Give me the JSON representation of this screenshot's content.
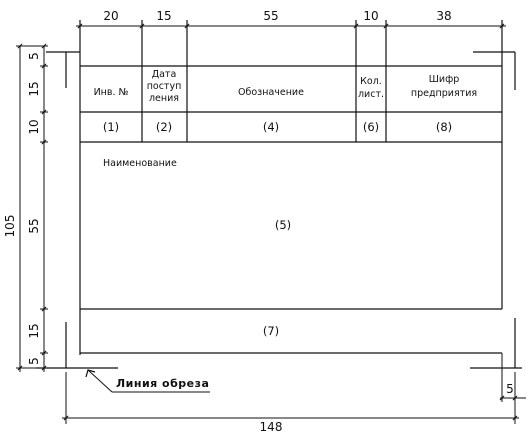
{
  "dimensions": {
    "top": [
      "20",
      "15",
      "55",
      "10",
      "38"
    ],
    "left": [
      "5",
      "15",
      "10",
      "55",
      "15",
      "5"
    ],
    "total_height": "105",
    "total_width": "148",
    "bottom_right": "5"
  },
  "header_cells": {
    "inv_no": "Инв. №",
    "date_line1": "Дата",
    "date_line2": "поступ",
    "date_line3": "ления",
    "designation": "Обозначение",
    "sheets_line1": "Кол.",
    "sheets_line2": "лист.",
    "code_line1": "Шифр",
    "code_line2": "предприятия"
  },
  "refs": {
    "r1": "(1)",
    "r2": "(2)",
    "r4": "(4)",
    "r6": "(6)",
    "r8": "(8)",
    "r5": "(5)",
    "r7": "(7)"
  },
  "name_label": "Наименование",
  "cut_line_label": "Линия обреза"
}
